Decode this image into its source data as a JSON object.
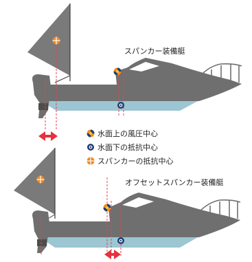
{
  "labels": {
    "boat_top": "スパンカー装備艇",
    "boat_bottom": "オフセットスパンカー装備艇"
  },
  "legend": [
    {
      "text": "水面上の風圧中心",
      "marker": "wind-pressure-center-icon"
    },
    {
      "text": "水面下の抵抗中心",
      "marker": "underwater-resistance-center-icon"
    },
    {
      "text": "スパンカーの抵抗中心",
      "marker": "spanker-resistance-center-icon"
    }
  ],
  "colors": {
    "hull_gray": "#6f6f6f",
    "waterline_blue": "#9cc6d2",
    "guide_red": "#e8434f",
    "arrow_red": "#e6323e",
    "marker_orange": "#ef8a22",
    "marker_navy": "#1f3f73"
  }
}
